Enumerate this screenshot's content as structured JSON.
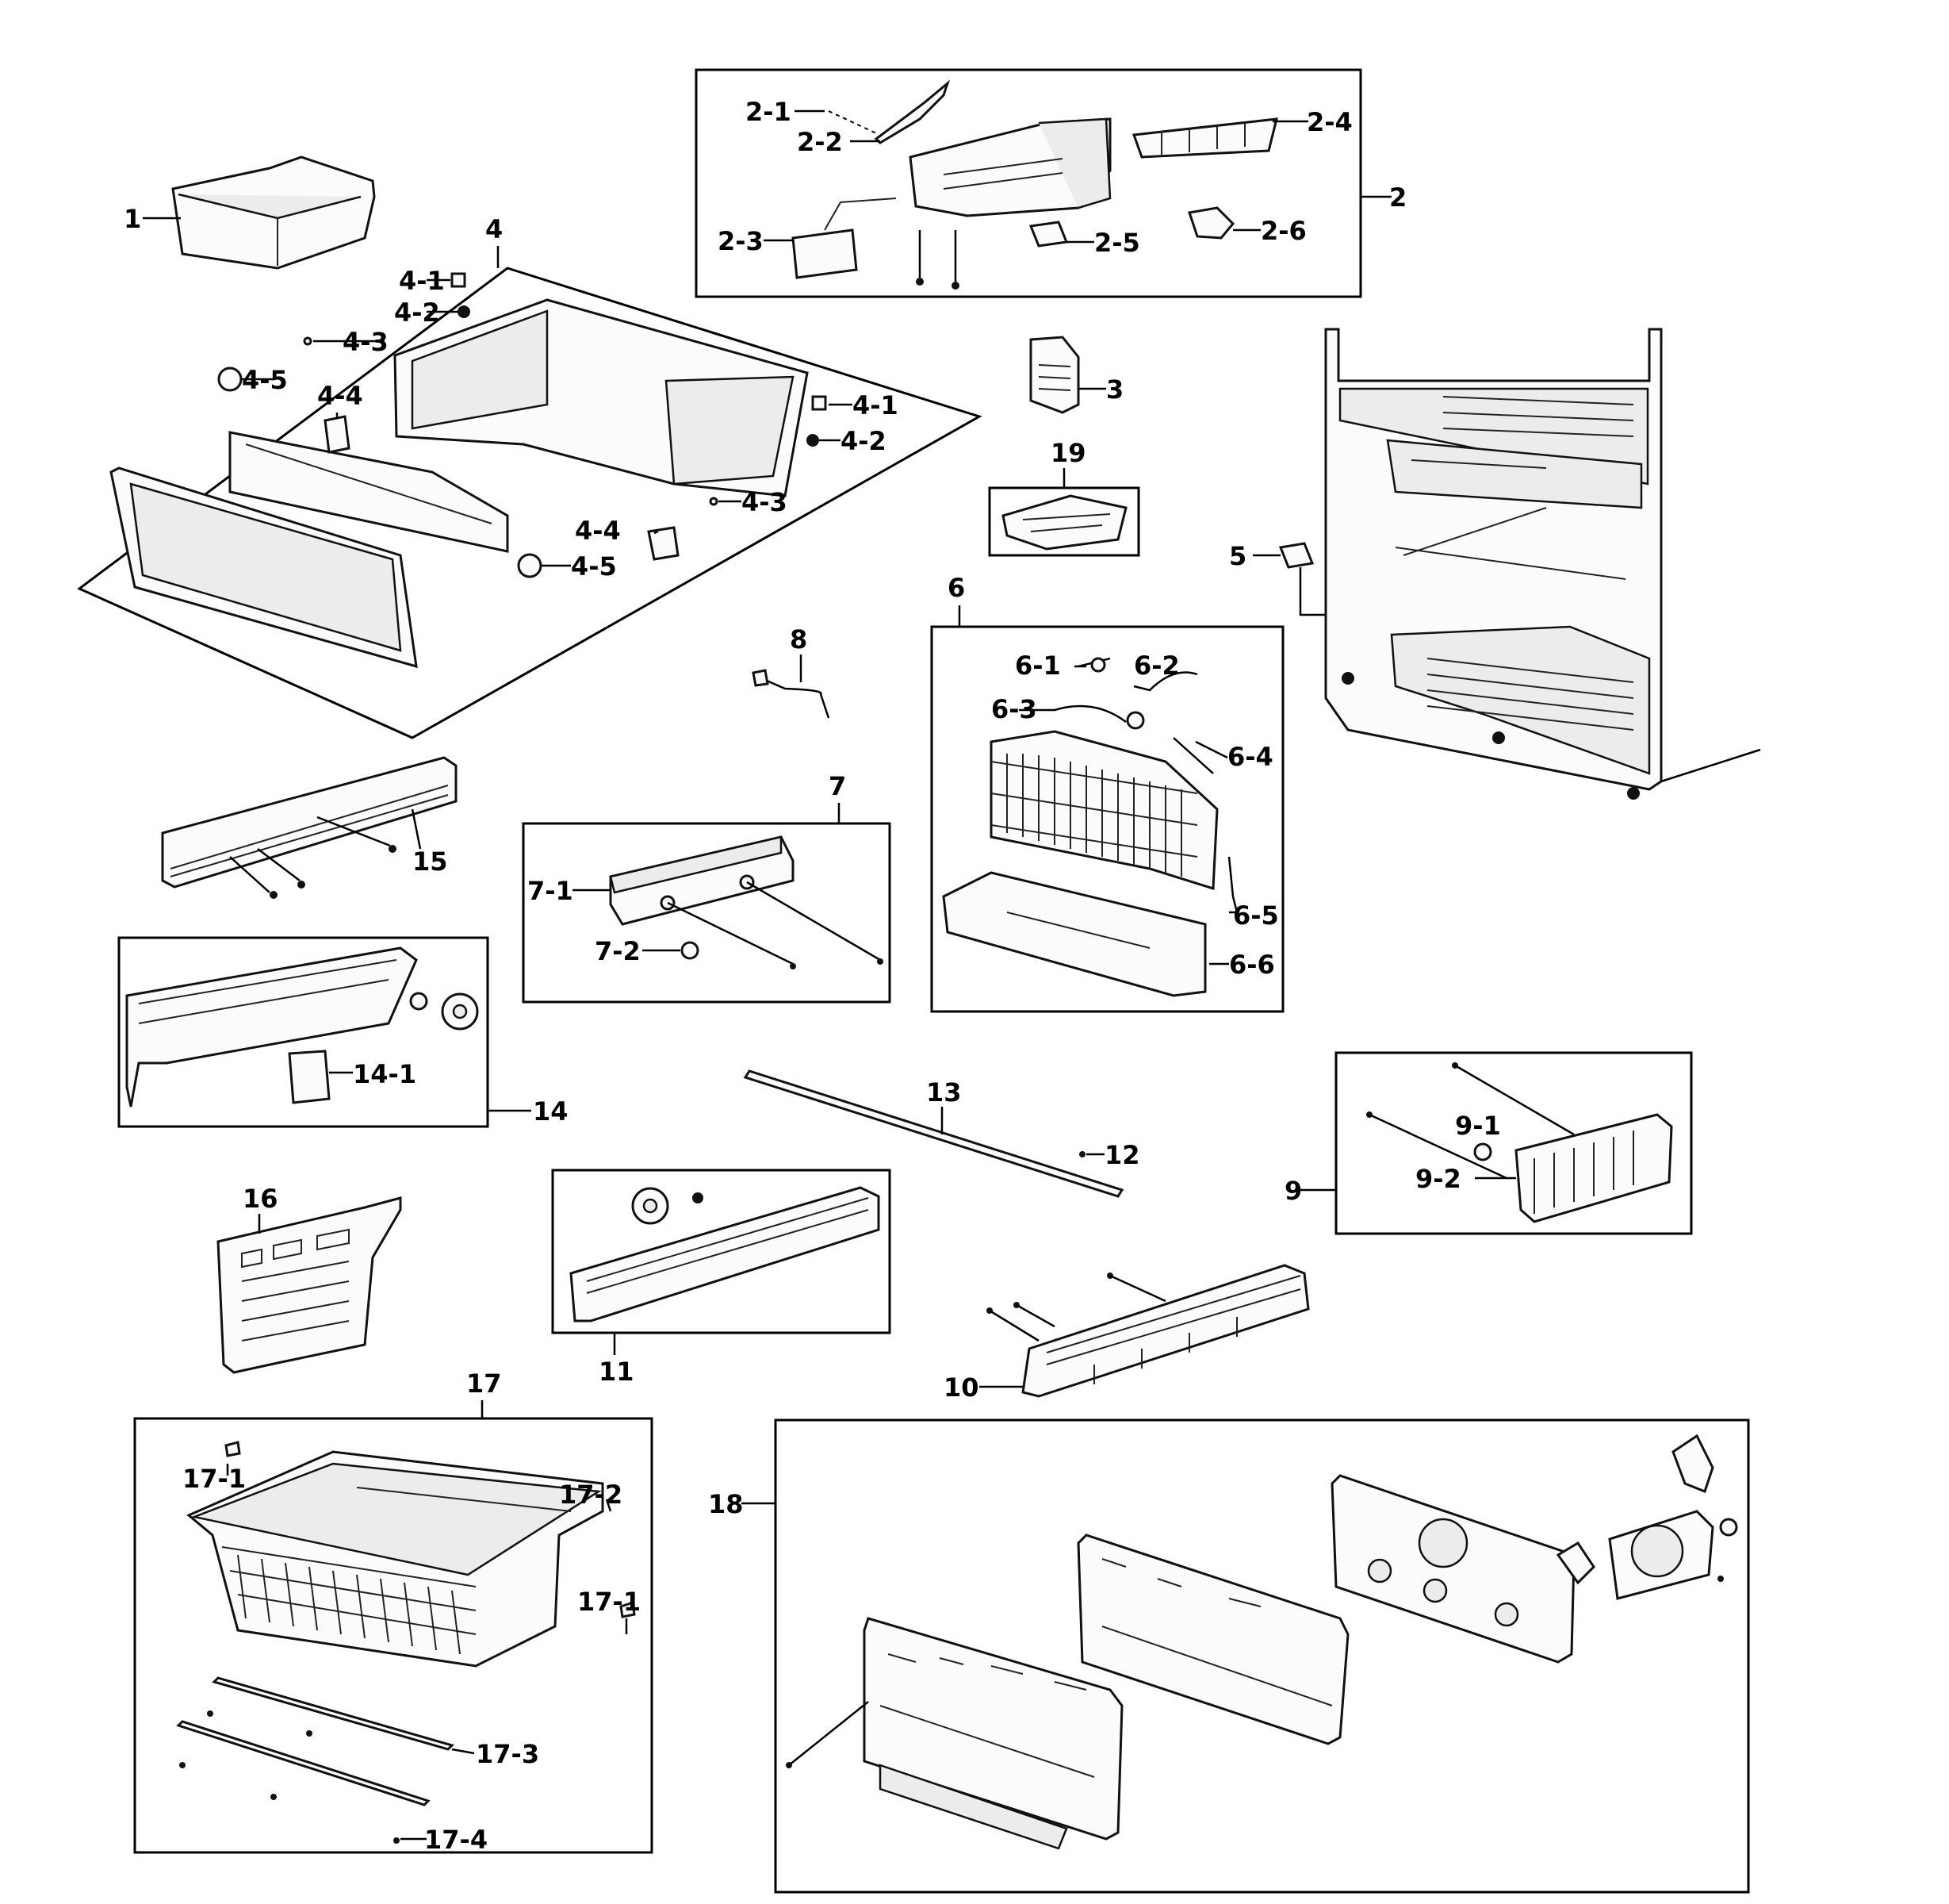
{
  "labels": {
    "l1": "1",
    "l2": "2",
    "l2_1": "2-1",
    "l2_2": "2-2",
    "l2_3": "2-3",
    "l2_4": "2-4",
    "l2_5": "2-5",
    "l2_6": "2-6",
    "l3": "3",
    "l4": "4",
    "l4_1a": "4-1",
    "l4_2a": "4-2",
    "l4_3a": "4-3",
    "l4_4a": "4-4",
    "l4_5a": "4-5",
    "l4_1b": "4-1",
    "l4_2b": "4-2",
    "l4_3b": "4-3",
    "l4_4b": "4-4",
    "l4_5b": "4-5",
    "l5": "5",
    "l6": "6",
    "l6_1": "6-1",
    "l6_2": "6-2",
    "l6_3": "6-3",
    "l6_4": "6-4",
    "l6_5": "6-5",
    "l6_6": "6-6",
    "l7": "7",
    "l7_1": "7-1",
    "l7_2": "7-2",
    "l8": "8",
    "l9": "9",
    "l9_1": "9-1",
    "l9_2": "9-2",
    "l10": "10",
    "l11": "11",
    "l12": "12",
    "l13": "13",
    "l14": "14",
    "l14_1": "14-1",
    "l15": "15",
    "l16": "16",
    "l17": "17",
    "l17_1a": "17-1",
    "l17_1b": "17-1",
    "l17_2": "17-2",
    "l17_3": "17-3",
    "l17_4": "17-4",
    "l18": "18",
    "l19": "19"
  }
}
